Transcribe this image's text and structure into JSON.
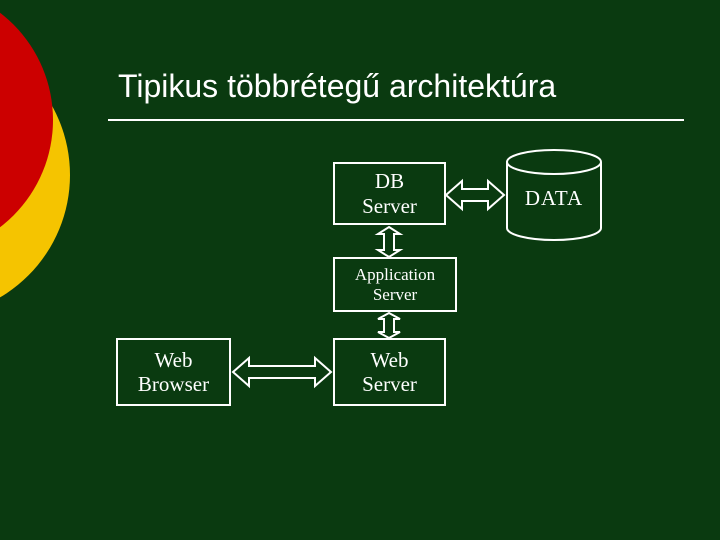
{
  "title": "Tipikus többrétegű architektúra",
  "nodes": {
    "db_server": [
      "DB",
      "Server"
    ],
    "app_server": [
      "Application",
      "Server"
    ],
    "web_server": [
      "Web",
      "Server"
    ],
    "web_browser": [
      "Web",
      "Browser"
    ],
    "data_store": "DATA"
  },
  "colors": {
    "background": "#0a3a10",
    "accent_red": "#cc0000",
    "accent_yellow": "#f5c400",
    "foreground": "#ffffff"
  }
}
